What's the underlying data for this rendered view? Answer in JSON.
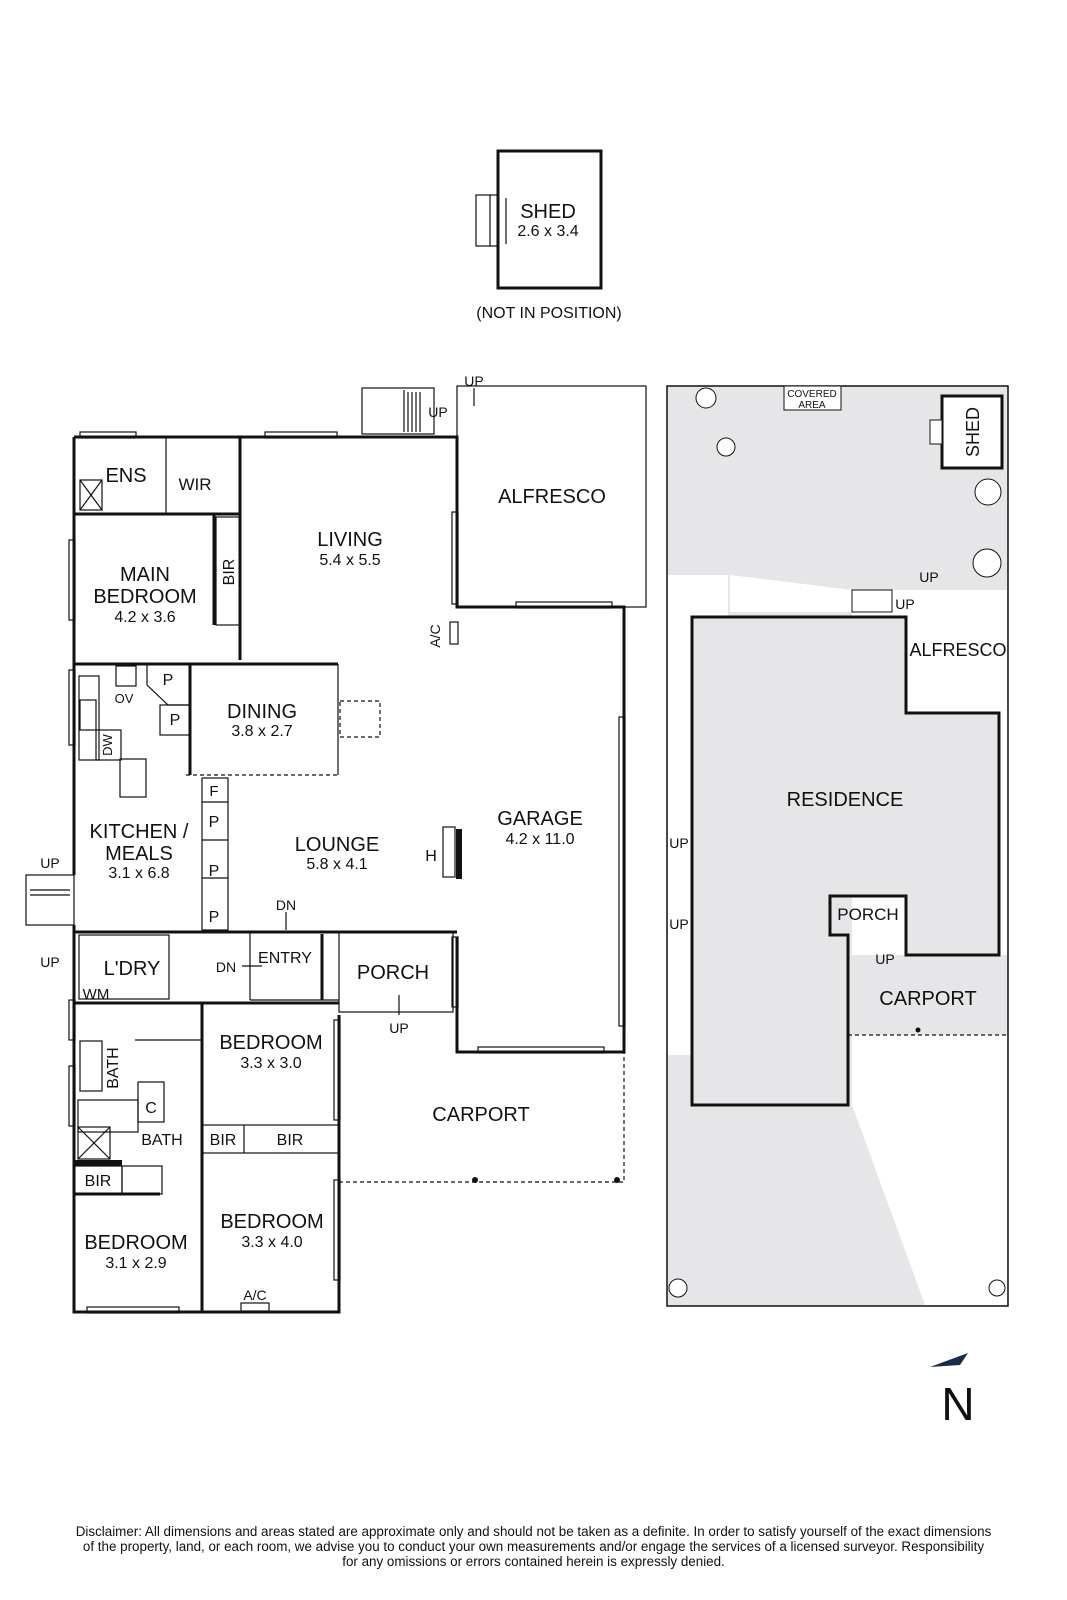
{
  "shed": {
    "label": "SHED",
    "dims": "2.6 x 3.4",
    "note": "(NOT IN POSITION)"
  },
  "rooms": {
    "ens": "ENS",
    "wir": "WIR",
    "bir_main": "BIR",
    "main_bedroom": {
      "line1": "MAIN",
      "line2": "BEDROOM",
      "dims": "4.2 x 3.6"
    },
    "living": {
      "label": "LIVING",
      "dims": "5.4 x 5.5"
    },
    "alfresco": "ALFRESCO",
    "ac_living": "A/C",
    "dining": {
      "label": "DINING",
      "dims": "3.8 x 2.7"
    },
    "pantry_p1": "P",
    "pantry_p2": "P",
    "oven": "OV",
    "dishwasher": "DW",
    "kitchen": {
      "line1": "KITCHEN /",
      "line2": "MEALS",
      "dims": "3.1 x 6.8"
    },
    "linen_f": "F",
    "linen_p1": "P",
    "linen_p2": "P",
    "linen_p3": "P",
    "lounge": {
      "label": "LOUNGE",
      "dims": "5.8 x 4.1"
    },
    "heater": "H",
    "garage": {
      "label": "GARAGE",
      "dims": "4.2 x 11.0"
    },
    "laundry": "L'DRY",
    "wm": "WM",
    "entry": "ENTRY",
    "porch": "PORCH",
    "bath_vertical": "BATH",
    "bath": "BATH",
    "cupboard": "C",
    "bedroom2": {
      "label": "BEDROOM",
      "dims": "3.3 x 3.0"
    },
    "bir_a": "BIR",
    "bir_b": "BIR",
    "bir_c": "BIR",
    "bedroom3": {
      "label": "BEDROOM",
      "dims": "3.1 x 2.9"
    },
    "bedroom4": {
      "label": "BEDROOM",
      "dims": "3.3 x 4.0"
    },
    "ac_bed": "A/C",
    "carport": "CARPORT"
  },
  "stairs": {
    "up_top": "UP",
    "up_stairs": "UP",
    "up_side": "UP",
    "up_side2": "UP",
    "dn_lounge": "DN",
    "dn_entry": "DN",
    "up_porch": "UP"
  },
  "site": {
    "covered_area_1": "COVERED",
    "covered_area_2": "AREA",
    "shed": "SHED",
    "up_yard": "UP",
    "up_step": "UP",
    "alfresco": "ALFRESCO",
    "residence": "RESIDENCE",
    "up_side1": "UP",
    "up_side2": "UP",
    "porch": "PORCH",
    "up_porch": "UP",
    "carport": "CARPORT"
  },
  "compass": "N",
  "disclaimer": {
    "line1": "Disclaimer: All dimensions and areas stated are approximate only and should not be taken as a definite. In order to satisfy yourself of the exact dimensions",
    "line2": "of the property, land, or each room, we advise you to conduct your own measurements and/or engage the services of a licensed surveyor. Responsibility",
    "line3": "for any omissions or errors contained herein is expressly denied."
  }
}
